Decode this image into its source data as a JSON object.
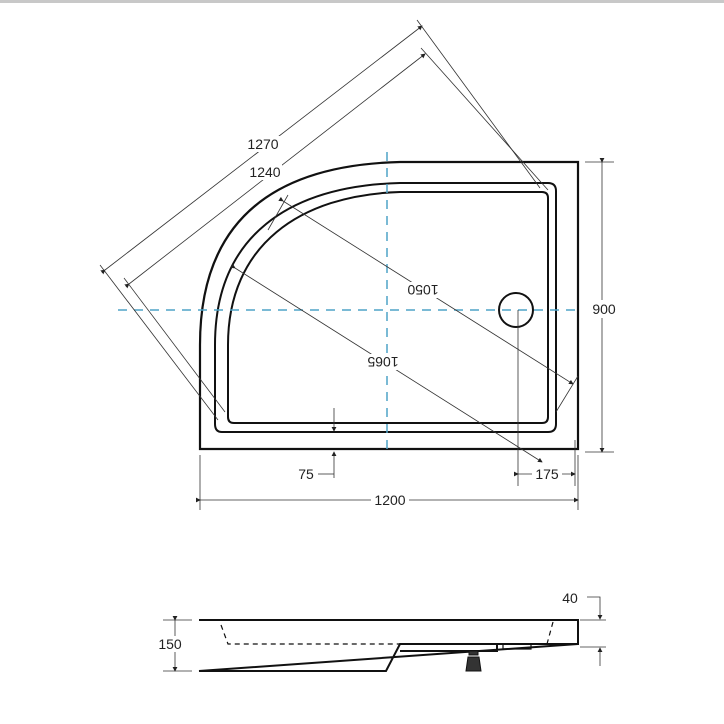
{
  "plan_view": {
    "dimensions": {
      "diagonal_outer": "1270",
      "diagonal_inner": "1240",
      "inner_diagonal_a": "1050",
      "inner_diagonal_b": "1065",
      "height": "900",
      "width": "1200",
      "rim_offset": "75",
      "drain_offset": "175"
    },
    "axis_color": "#4fa3c7"
  },
  "side_view": {
    "dimensions": {
      "total_height": "150",
      "rim_height": "40"
    }
  }
}
